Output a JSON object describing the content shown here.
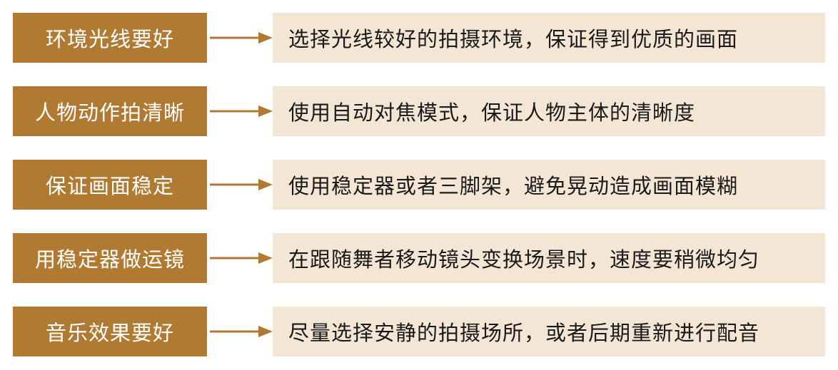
{
  "colors": {
    "label_bg": "#B07A32",
    "label_text": "#FFFFFF",
    "desc_bg": "#F4E6D4",
    "desc_text": "#1A1A1A",
    "arrow": "#B07A32"
  },
  "rows": [
    {
      "label": "环境光线要好",
      "description": "选择光线较好的拍摄环境，保证得到优质的画面"
    },
    {
      "label": "人物动作拍清晰",
      "description": "使用自动对焦模式，保证人物主体的清晰度"
    },
    {
      "label": "保证画面稳定",
      "description": "使用稳定器或者三脚架，避免晃动造成画面模糊"
    },
    {
      "label": "用稳定器做运镜",
      "description": "在跟随舞者移动镜头变换场景时，速度要稍微均匀"
    },
    {
      "label": "音乐效果要好",
      "description": "尽量选择安静的拍摄场所，或者后期重新进行配音"
    }
  ]
}
